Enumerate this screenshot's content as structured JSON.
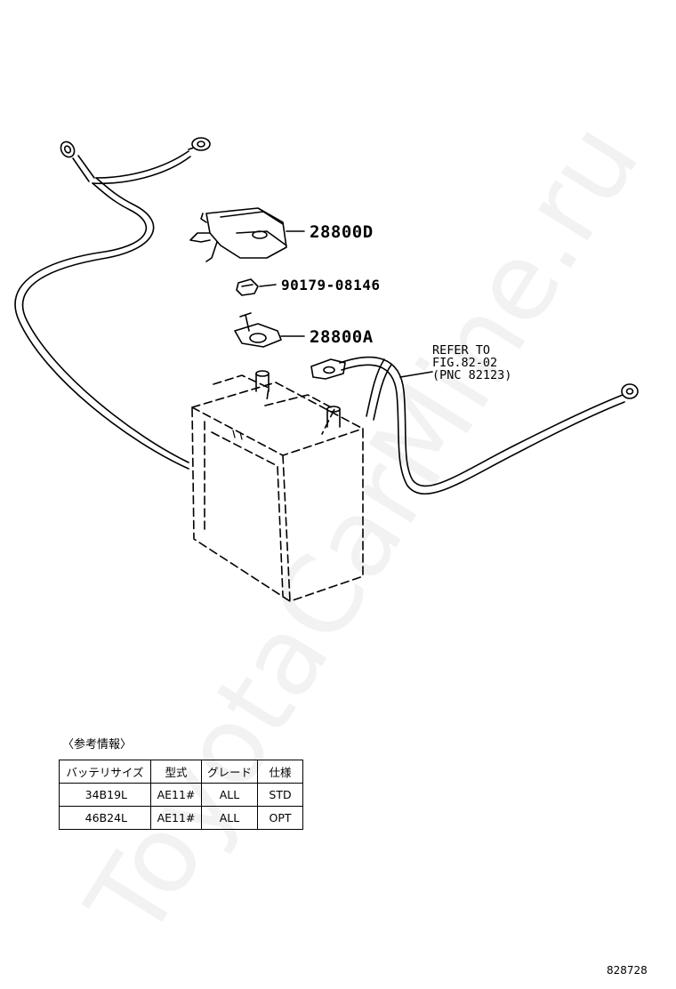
{
  "parts": {
    "terminal_cover": "28800D",
    "nut": "90179-08146",
    "terminal_clamp": "28800A"
  },
  "refer_note": {
    "line1": "REFER TO",
    "line2": "FIG.82-02",
    "line3": "(PNC 82123)"
  },
  "reference": {
    "caption": "〈参考情報〉",
    "headers": [
      "バッテリサイズ",
      "型式",
      "グレード",
      "仕様"
    ],
    "rows": [
      [
        "34B19L",
        "AE11#",
        "ALL",
        "STD"
      ],
      [
        "46B24L",
        "AE11#",
        "ALL",
        "OPT"
      ]
    ]
  },
  "figure_number": "828728",
  "watermark": "ToyotaCarMine.ru"
}
